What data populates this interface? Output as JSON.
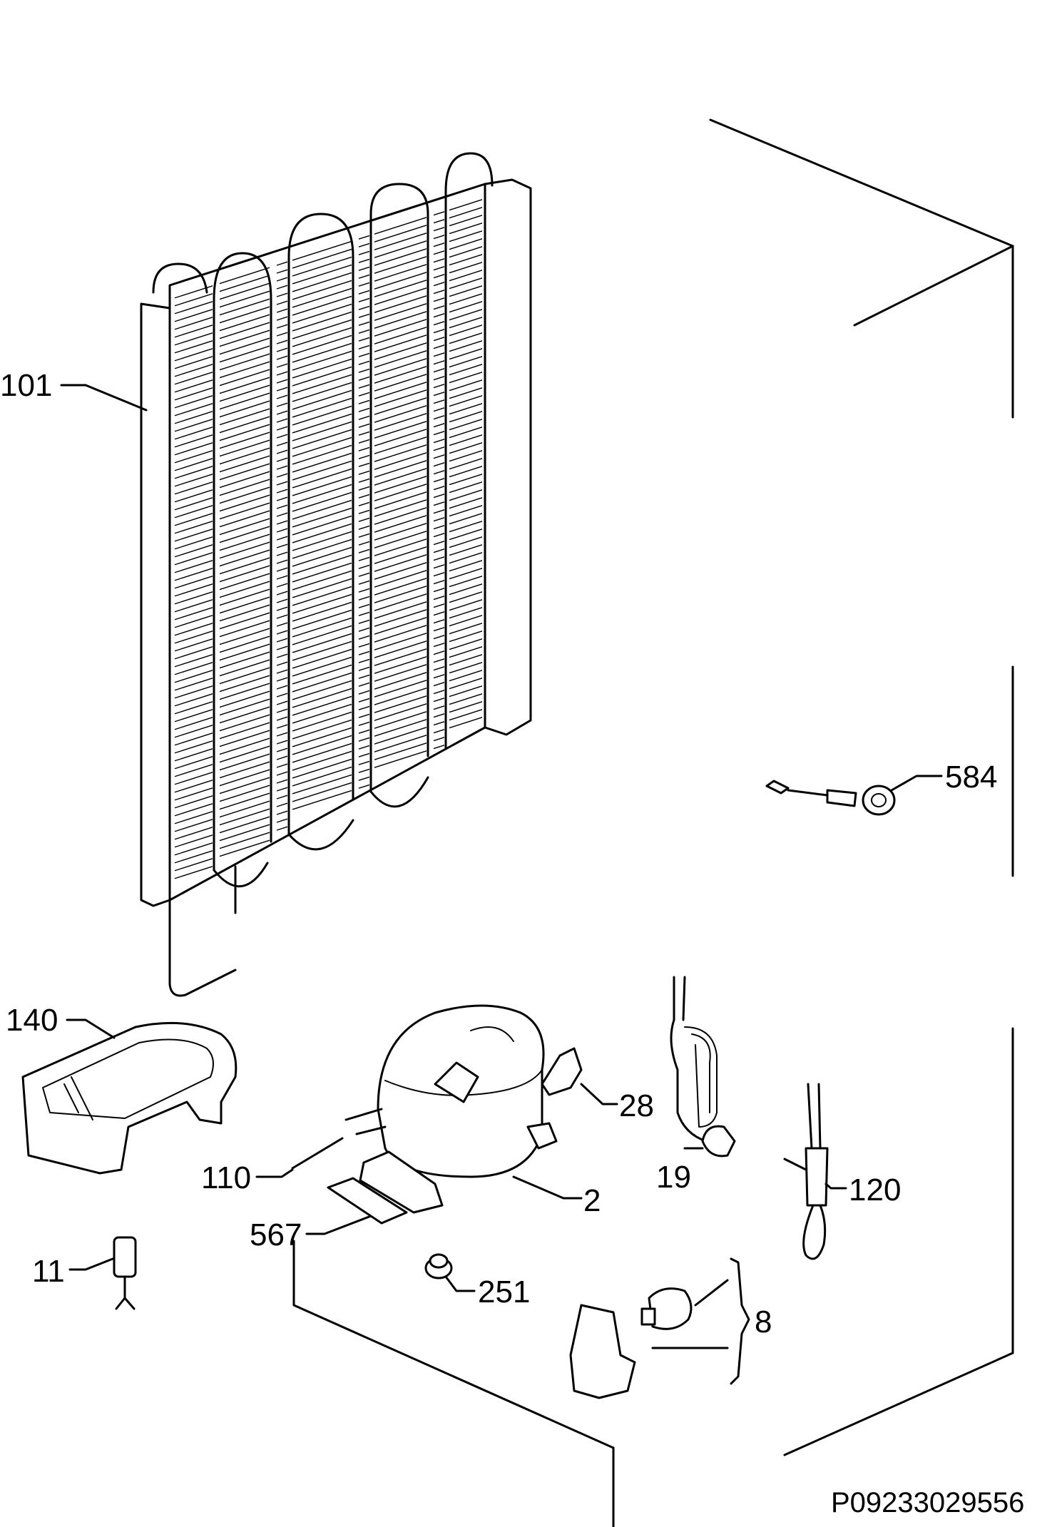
{
  "diagram": {
    "reference_code": "P09233029556",
    "callouts": [
      {
        "id": "101",
        "text": "101"
      },
      {
        "id": "584",
        "text": "584"
      },
      {
        "id": "140",
        "text": "140"
      },
      {
        "id": "28",
        "text": "28"
      },
      {
        "id": "19",
        "text": "19"
      },
      {
        "id": "110",
        "text": "110"
      },
      {
        "id": "2",
        "text": "2"
      },
      {
        "id": "120",
        "text": "120"
      },
      {
        "id": "567",
        "text": "567"
      },
      {
        "id": "11",
        "text": "11"
      },
      {
        "id": "251",
        "text": "251"
      },
      {
        "id": "8",
        "text": "8"
      }
    ]
  }
}
